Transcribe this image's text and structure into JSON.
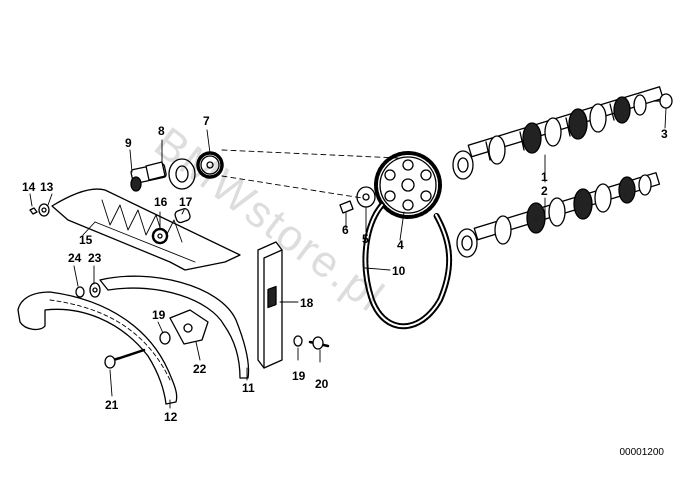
{
  "diagram": {
    "callouts": {
      "c1": "1",
      "c2": "2",
      "c3": "3",
      "c4": "4",
      "c5": "5",
      "c6": "6",
      "c7": "7",
      "c8": "8",
      "c9": "9",
      "c10": "10",
      "c11": "11",
      "c12": "12",
      "c13": "13",
      "c14": "14",
      "c15": "15",
      "c16": "16",
      "c17": "17",
      "c18": "18",
      "c19a": "19",
      "c19b": "19",
      "c20": "20",
      "c21": "21",
      "c22": "22",
      "c23": "23",
      "c24": "24"
    },
    "watermark": "BMWstore.pl",
    "catalog_number": "00001200"
  },
  "colors": {
    "ink": "#000000",
    "background": "#ffffff"
  }
}
